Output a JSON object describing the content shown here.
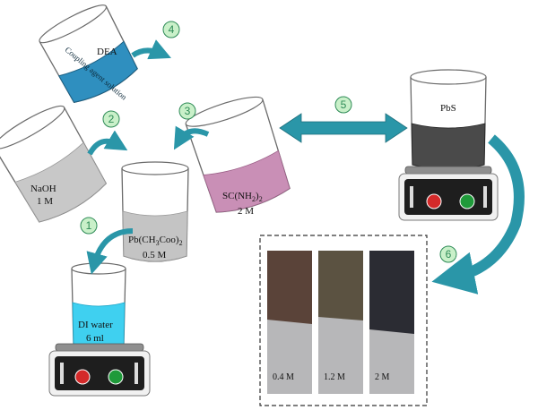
{
  "steps": [
    "1",
    "2",
    "3",
    "4",
    "5",
    "6"
  ],
  "beakers": {
    "di_water": {
      "line1": "DI water",
      "line2": "6 ml",
      "color": "#3fd0f0"
    },
    "pb": {
      "line1": "Pb(CH",
      "sub1": "3",
      "line1b": "Coo)",
      "sub2": "2",
      "line2": "0.5 M",
      "color": "#c4c4c4"
    },
    "naoh": {
      "line1": "NaOH",
      "line2": "1 M",
      "color": "#c8c8c8"
    },
    "thiourea": {
      "line1": "SC(NH",
      "sub1": "2",
      "line1b": ")",
      "sub2": "2",
      "line2": "2 M",
      "color": "#c98fb6"
    },
    "dea": {
      "label": "DEA",
      "liquid_text": "Coupling agent solution",
      "color": "#2f8fbf"
    },
    "pbs": {
      "label": "PbS",
      "color": "#4a4a4a"
    }
  },
  "samples": {
    "items": [
      {
        "label": "0.4 M",
        "film_color": "#5a4339"
      },
      {
        "label": "1.2 M",
        "film_color": "#5b5241"
      },
      {
        "label": "2 M",
        "film_color": "#2b2c33"
      }
    ],
    "substrate_color": "#b7b7b9"
  },
  "colors": {
    "arrow": "#2a96a8",
    "step_circle": "#c9f0c9",
    "step_text": "#2e8b57"
  }
}
